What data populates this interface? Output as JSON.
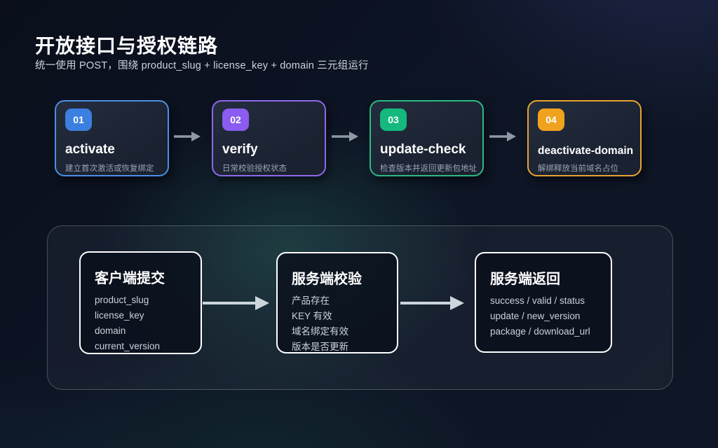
{
  "header": {
    "title": "开放接口与授权链路",
    "subtitle": "统一使用 POST，围绕 product_slug + license_key + domain 三元组运行"
  },
  "steps": [
    {
      "num": "01",
      "name": "activate",
      "desc": "建立首次激活或恢复绑定",
      "accent_color": "#3b7fe0"
    },
    {
      "num": "02",
      "name": "verify",
      "desc": "日常校验授权状态",
      "accent_color": "#8a5cf0"
    },
    {
      "num": "03",
      "name": "update-check",
      "desc": "检查版本并返回更新包地址",
      "accent_color": "#15b97d"
    },
    {
      "num": "04",
      "name": "deactivate-domain",
      "desc": "解绑释放当前域名占位",
      "accent_color": "#f0a21f"
    }
  ],
  "flow_panel": {
    "boxes": [
      {
        "title": "客户端提交",
        "accent_color": "#4a8fe2",
        "lines": [
          "product_slug",
          "license_key",
          "domain",
          "current_version"
        ]
      },
      {
        "title": "服务端校验",
        "accent_color": "#8f68ea",
        "lines": [
          "产品存在",
          "KEY 有效",
          "域名绑定有效",
          "版本是否更新"
        ]
      },
      {
        "title": "服务端返回",
        "accent_color": "#2aba84",
        "lines": [
          "success / valid / status",
          "update / new_version",
          "package / download_url"
        ]
      }
    ]
  },
  "icons": {
    "step_arrow": "arrow-right-icon",
    "flow_arrow": "arrow-right-icon",
    "arrow_color_small": "#8e99a6",
    "arrow_color_large": "#ccd4dc"
  }
}
